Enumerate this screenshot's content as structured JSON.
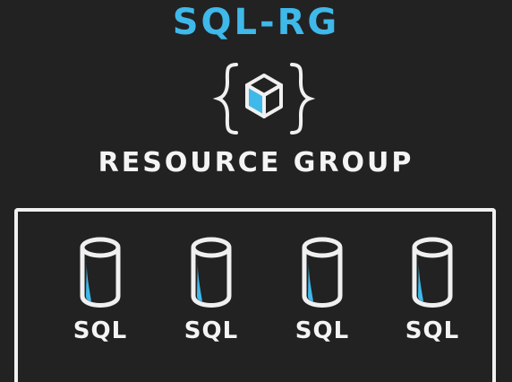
{
  "diagram": {
    "resource_group_name": "SQL-RG",
    "resource_group_label": "RESOURCE GROUP",
    "resource_group_icon": "resource-group-cube-icon",
    "databases": [
      {
        "label": "SQL",
        "icon": "database-cylinder-icon"
      },
      {
        "label": "SQL",
        "icon": "database-cylinder-icon"
      },
      {
        "label": "SQL",
        "icon": "database-cylinder-icon"
      },
      {
        "label": "SQL",
        "icon": "database-cylinder-icon"
      }
    ]
  },
  "colors": {
    "background": "#222222",
    "accent": "#3fb8ea",
    "stroke": "#f0f0f0"
  }
}
